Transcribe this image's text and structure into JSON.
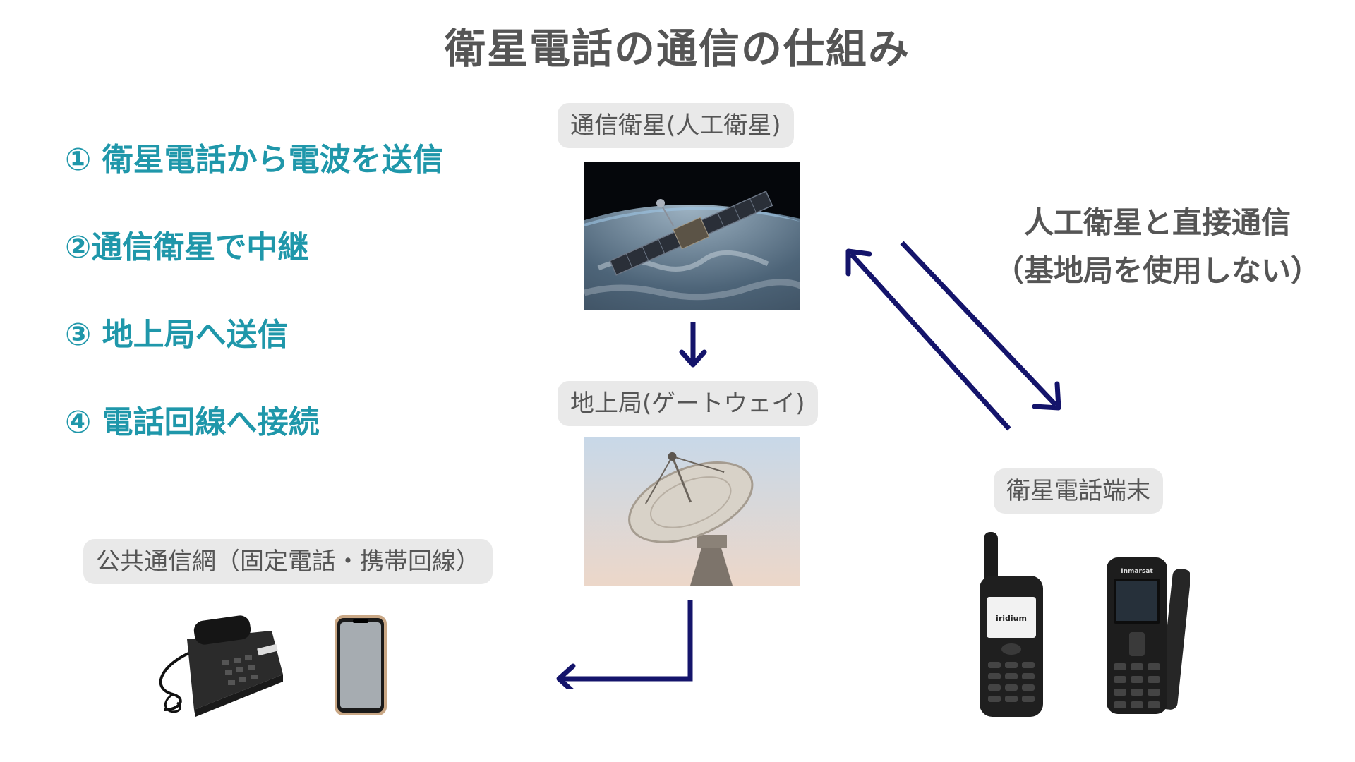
{
  "title": "衛星電話の通信の仕組み",
  "steps": [
    "① 衛星電話から電波を送信",
    "②通信衛星で中継",
    "③ 地上局へ送信",
    "④ 電話回線へ接続"
  ],
  "labels": {
    "satellite": "通信衛星(人工衛星)",
    "ground_station": "地上局(ゲートウェイ)",
    "terminal": "衛星電話端末",
    "public_network": "公共通信網（固定電話・携帯回線）"
  },
  "direct_note": {
    "line1": "人工衛星と直接通信",
    "line2": "（基地局を使用しない）"
  },
  "phone_screens": {
    "iridium": "iridium",
    "inmarsat_brand": "Inmarsat"
  },
  "colors": {
    "step_text": "#1f97aa",
    "title_text": "#555555",
    "arrow": "#14146b",
    "pill_bg": "#e9e9e9"
  }
}
